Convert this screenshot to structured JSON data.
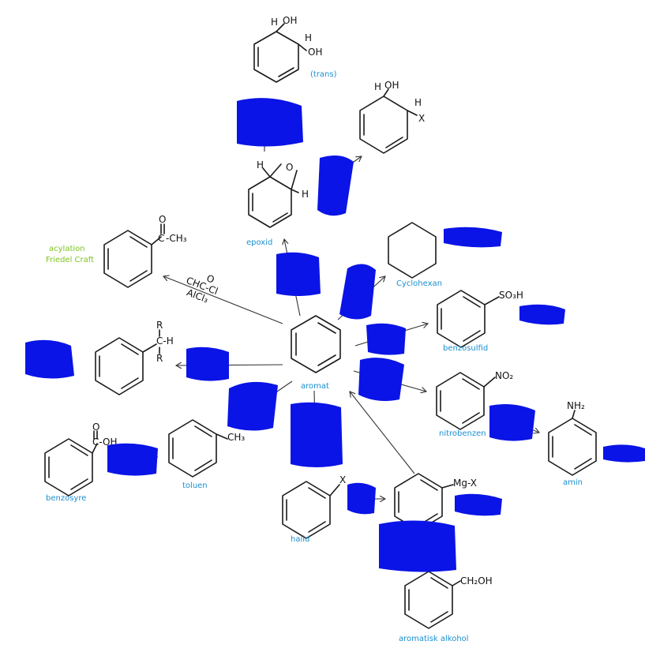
{
  "labels": {
    "aromat": "aromat",
    "epoxid": "epoxid",
    "cyclohexan": "Cyclohexan",
    "benzosulfid": "benzosulfid",
    "nitrobenzen": "nitrobenzen",
    "amin": "amin",
    "toluen": "toluen",
    "benzosyre": "benzosyre",
    "halid": "halid",
    "aromatisk_alkohol": "aromatisk alkohol",
    "trans": "(trans)"
  },
  "annotation": {
    "line1": "acylation",
    "line2": "Friedel Craft"
  },
  "reagent": {
    "line1": "CHC-Cl",
    "line2": "AlCl₃",
    "carbonyl_o": "O"
  },
  "atoms": {
    "H": "H",
    "OH": "OH",
    "O": "O",
    "X": "X",
    "R": "R",
    "CH3": "-CH₃",
    "CH3_toluen": "CH₃",
    "SO3H": "SO₃H",
    "NO2": "NO₂",
    "NH2": "NH₂",
    "MgX": "Mg-X",
    "CH2OH": "CH₂OH",
    "COOH": "C-OH",
    "CH": "C-H",
    "acyl_c": "C"
  },
  "colors": {
    "scribble": "#0a14e6",
    "label_blue": "#1a8fd0",
    "annotation_green": "#7cc520",
    "ink": "#1a1a1a"
  }
}
